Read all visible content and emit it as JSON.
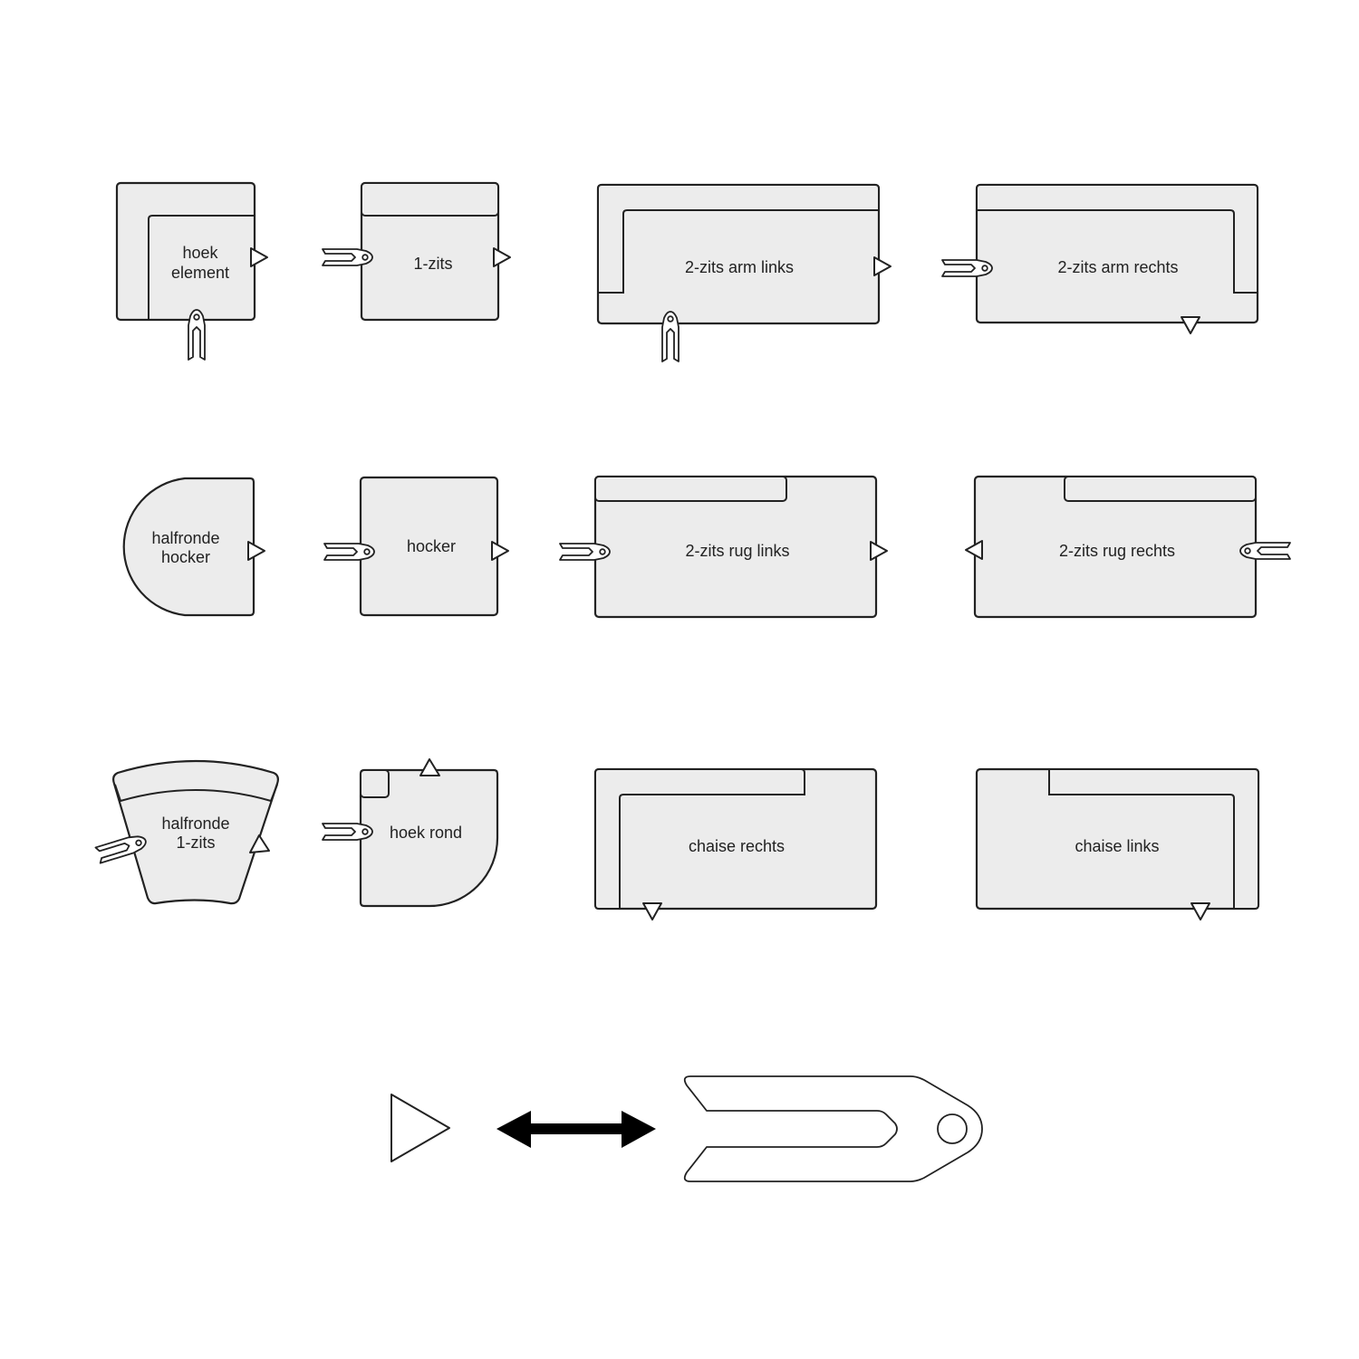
{
  "colors": {
    "module_fill": "#ececec",
    "outline": "#222222",
    "background": "#ffffff"
  },
  "modules": {
    "hoek_element": {
      "line1": "hoek",
      "line2": "element"
    },
    "een_zits": {
      "label": "1-zits"
    },
    "twee_zits_arm_links": {
      "label": "2-zits arm links"
    },
    "twee_zits_arm_rechts": {
      "label": "2-zits arm rechts"
    },
    "halfronde_hocker": {
      "line1": "halfronde",
      "line2": "hocker"
    },
    "hocker": {
      "label": "hocker"
    },
    "twee_zits_rug_links": {
      "label": "2-zits rug links"
    },
    "twee_zits_rug_rechts": {
      "label": "2-zits rug rechts"
    },
    "halfronde_een_zits": {
      "line1": "halfronde",
      "line2": "1-zits"
    },
    "hoek_rond": {
      "label": "hoek rond"
    },
    "chaise_rechts": {
      "label": "chaise rechts"
    },
    "chaise_links": {
      "label": "chaise links"
    }
  },
  "legend": {
    "icons": [
      "triangle-connector-icon",
      "double-arrow-icon",
      "connector-clip-icon"
    ]
  }
}
